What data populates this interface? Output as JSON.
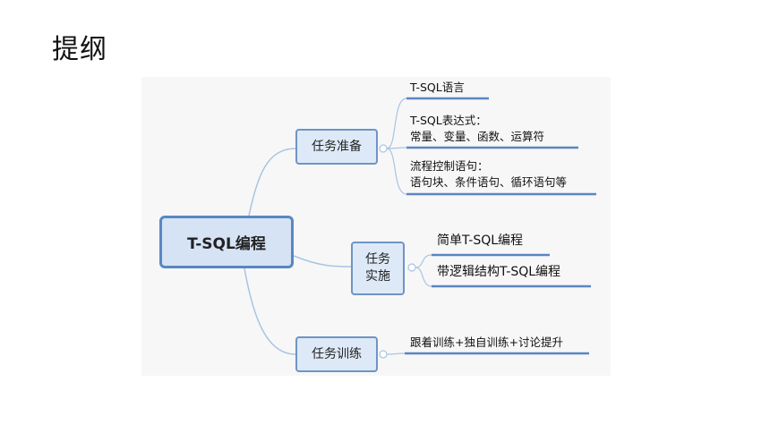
{
  "title": "提纲",
  "root": {
    "label": "T-SQL编程"
  },
  "branches": [
    {
      "label": "任务准备",
      "leaves": [
        {
          "lines": [
            "T-SQL语言"
          ]
        },
        {
          "lines": [
            "T-SQL表达式：",
            "常量、变量、函数、运算符"
          ]
        },
        {
          "lines": [
            "流程控制语句：",
            "语句块、条件语句、循环语句等"
          ]
        }
      ]
    },
    {
      "label_lines": [
        "任务",
        "实施"
      ],
      "leaves": [
        {
          "lines": [
            "简单T-SQL编程"
          ]
        },
        {
          "lines": [
            "带逻辑结构T-SQL编程"
          ]
        }
      ]
    },
    {
      "label": "任务训练",
      "leaves": [
        {
          "lines": [
            "跟着训练+独自训练+讨论提升"
          ]
        }
      ]
    }
  ],
  "colors": {
    "connector": "#a9c4e4",
    "leaf_underline": "#5b86c2",
    "root_border": "#5b86c2",
    "branch_fill": "#dde9f7"
  }
}
